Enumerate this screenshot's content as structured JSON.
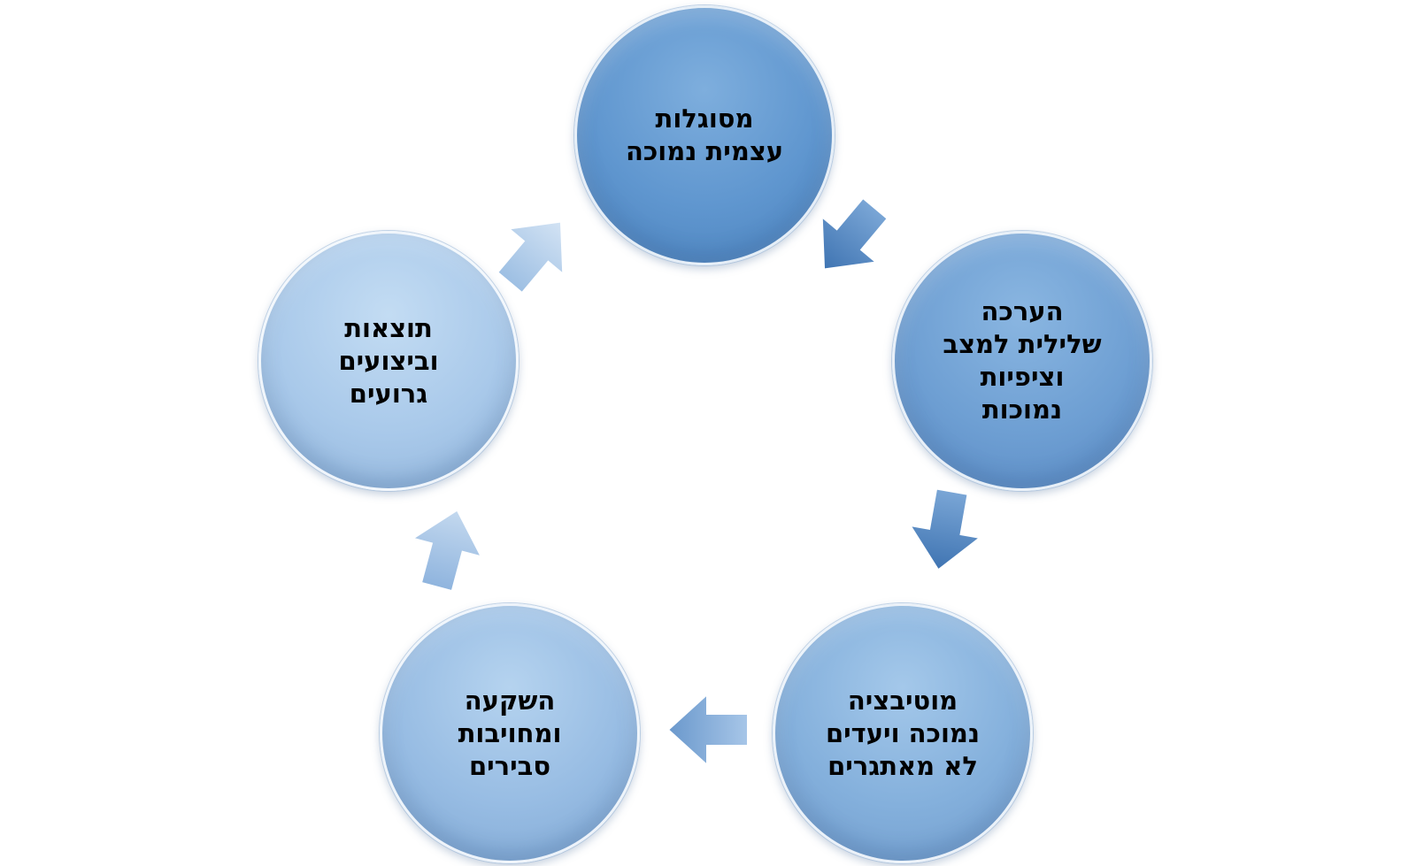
{
  "diagram": {
    "type": "cycle",
    "nodes": [
      {
        "id": "node-1",
        "lines": [
          "מסוגלות",
          "עצמית נמוכה"
        ]
      },
      {
        "id": "node-2",
        "lines": [
          "הערכה",
          "שלילית למצב",
          "וציפיות",
          "נמוכות"
        ]
      },
      {
        "id": "node-3",
        "lines": [
          "מוטיבציה",
          "נמוכה ויעדים",
          "לא מאתגרים"
        ]
      },
      {
        "id": "node-4",
        "lines": [
          "השקעה",
          "ומחויבות",
          "סבירים"
        ]
      },
      {
        "id": "node-5",
        "lines": [
          "תוצאות",
          "וביצועים",
          "גרועים"
        ]
      }
    ],
    "colors": {
      "arrow_dark": "#4f83bf",
      "arrow_light": "#c9dcf0"
    }
  }
}
